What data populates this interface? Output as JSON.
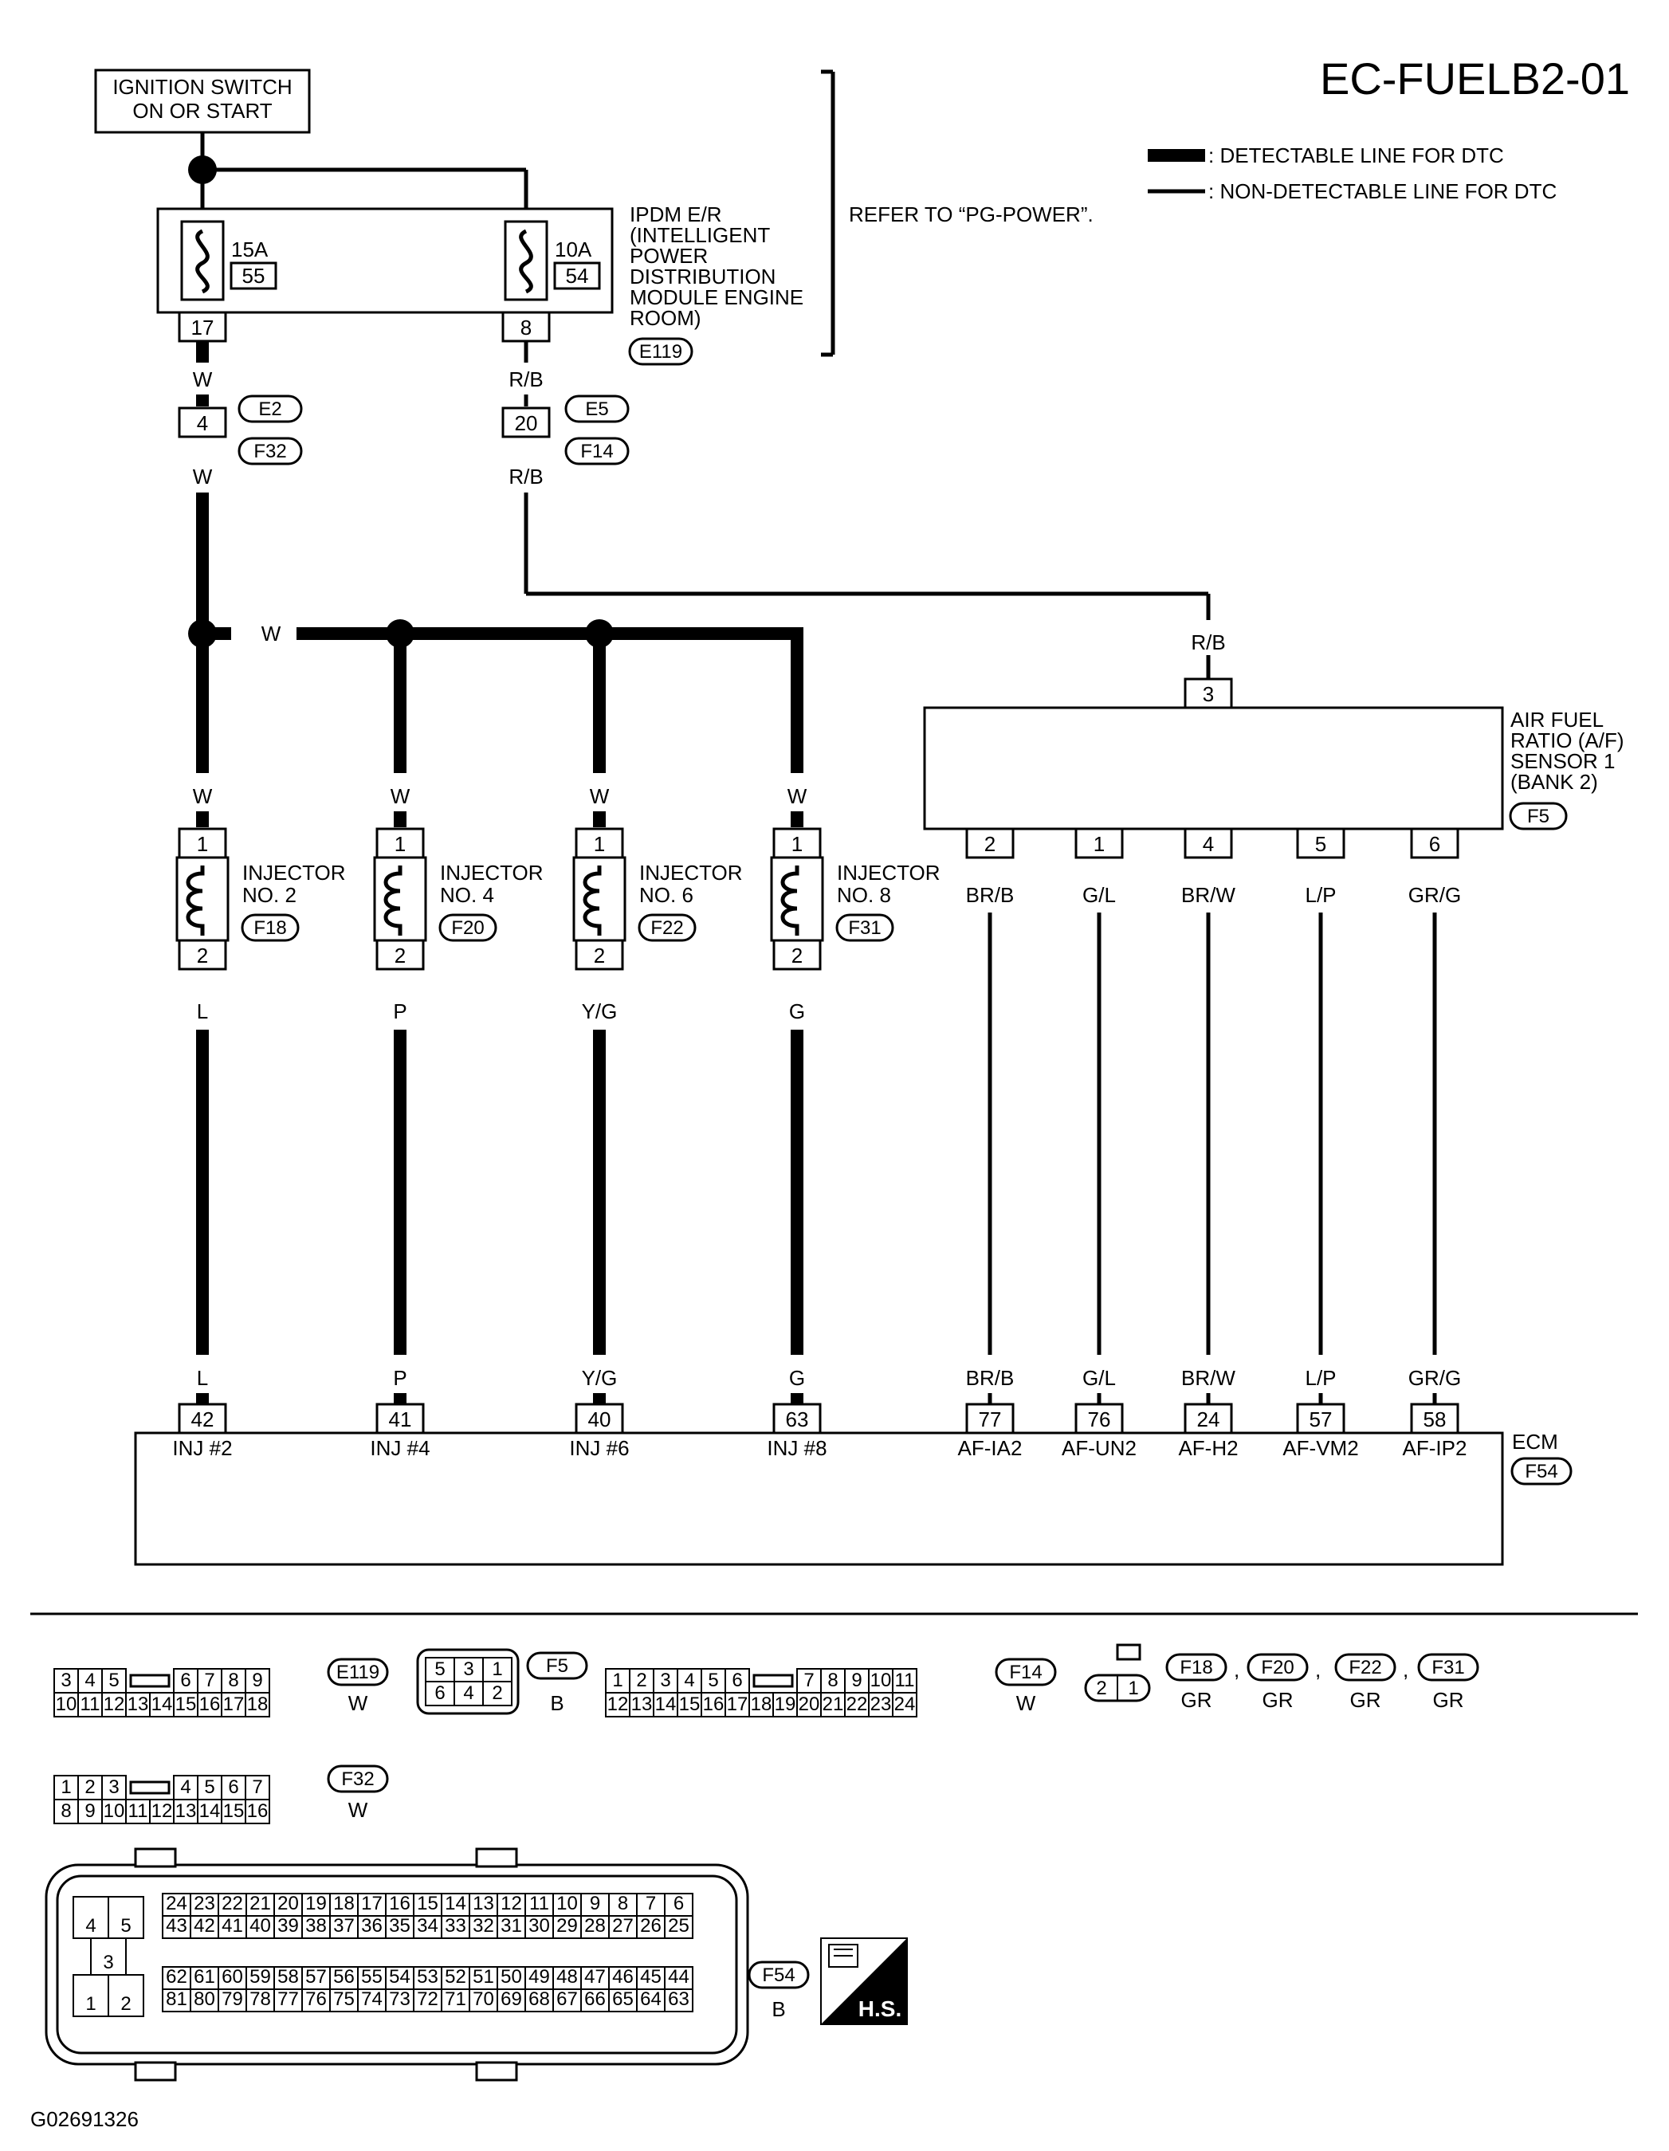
{
  "title": "EC-FUELB2-01",
  "legend": {
    "detectable": ": DETECTABLE LINE FOR DTC",
    "non_detectable": ": NON-DETECTABLE LINE FOR DTC"
  },
  "ignition": {
    "line1": "IGNITION SWITCH",
    "line2": "ON OR START"
  },
  "refer": "REFER TO “PG-POWER”.",
  "ipdm": {
    "lines": [
      "IPDM E/R",
      "(INTELLIGENT",
      "POWER",
      "DISTRIBUTION",
      "MODULE ENGINE",
      "ROOM)"
    ],
    "connector": "E119",
    "fuse1": {
      "amp": "15A",
      "num": "55",
      "pin": "17"
    },
    "fuse2": {
      "amp": "10A",
      "num": "54",
      "pin": "8"
    }
  },
  "wires": {
    "w": "W",
    "rb": "R/B"
  },
  "joint1": {
    "pin": "4",
    "conn_top": "E2",
    "conn_bottom": "F32"
  },
  "joint2": {
    "pin": "20",
    "conn_top": "E5",
    "conn_bottom": "F14"
  },
  "injectors": [
    {
      "label1": "INJECTOR",
      "label2": "NO. 2",
      "conn": "F18",
      "pin_top": "1",
      "pin_bottom": "2",
      "wire_top": "W",
      "wire_bottom": "L",
      "ecm_wire": "L",
      "ecm_pin": "42",
      "ecm_label": "INJ #2"
    },
    {
      "label1": "INJECTOR",
      "label2": "NO. 4",
      "conn": "F20",
      "pin_top": "1",
      "pin_bottom": "2",
      "wire_top": "W",
      "wire_bottom": "P",
      "ecm_wire": "P",
      "ecm_pin": "41",
      "ecm_label": "INJ #4"
    },
    {
      "label1": "INJECTOR",
      "label2": "NO. 6",
      "conn": "F22",
      "pin_top": "1",
      "pin_bottom": "2",
      "wire_top": "W",
      "wire_bottom": "Y/G",
      "ecm_wire": "Y/G",
      "ecm_pin": "40",
      "ecm_label": "INJ #6"
    },
    {
      "label1": "INJECTOR",
      "label2": "NO. 8",
      "conn": "F31",
      "pin_top": "1",
      "pin_bottom": "2",
      "wire_top": "W",
      "wire_bottom": "G",
      "ecm_wire": "G",
      "ecm_pin": "63",
      "ecm_label": "INJ #8"
    }
  ],
  "af_sensor": {
    "lines": [
      "AIR FUEL",
      "RATIO (A/F)",
      "SENSOR 1",
      "(BANK 2)"
    ],
    "conn": "F5",
    "top_pin": "3",
    "top_wire": "R/B",
    "pins": [
      {
        "pin": "2",
        "wire": "BR/B",
        "ecm_pin": "77",
        "ecm_label": "AF-IA2"
      },
      {
        "pin": "1",
        "wire": "G/L",
        "ecm_pin": "76",
        "ecm_label": "AF-UN2"
      },
      {
        "pin": "4",
        "wire": "BR/W",
        "ecm_pin": "24",
        "ecm_label": "AF-H2"
      },
      {
        "pin": "5",
        "wire": "L/P",
        "ecm_pin": "57",
        "ecm_label": "AF-VM2"
      },
      {
        "pin": "6",
        "wire": "GR/G",
        "ecm_pin": "58",
        "ecm_label": "AF-IP2"
      }
    ]
  },
  "ecm": {
    "label": "ECM",
    "conn": "F54"
  },
  "connectors": {
    "e119": {
      "name": "E119",
      "color": "W",
      "row1": [
        "3",
        "4",
        "5",
        "",
        "6",
        "7",
        "8",
        "9"
      ],
      "row2": [
        "10",
        "11",
        "12",
        "13",
        "14",
        "15",
        "16",
        "17",
        "18"
      ]
    },
    "f5": {
      "name": "F5",
      "color": "B",
      "row1": [
        "5",
        "3",
        "1"
      ],
      "row2": [
        "6",
        "4",
        "2"
      ]
    },
    "f14": {
      "name": "F14",
      "color": "W",
      "row1": [
        "1",
        "2",
        "3",
        "4",
        "5",
        "6",
        "",
        "7",
        "8",
        "9",
        "10",
        "11"
      ],
      "row2": [
        "12",
        "13",
        "14",
        "15",
        "16",
        "17",
        "18",
        "19",
        "20",
        "21",
        "22",
        "23",
        "24"
      ]
    },
    "inj": {
      "names": [
        "F18",
        "F20",
        "F22",
        "F31"
      ],
      "colors": [
        "GR",
        "GR",
        "GR",
        "GR"
      ],
      "pins": [
        "2",
        "1"
      ],
      "sep": ","
    },
    "f32": {
      "name": "F32",
      "color": "W",
      "row1": [
        "1",
        "2",
        "3",
        "",
        "4",
        "5",
        "6",
        "7"
      ],
      "row2": [
        "8",
        "9",
        "10",
        "11",
        "12",
        "13",
        "14",
        "15",
        "16"
      ]
    },
    "f54": {
      "name": "F54",
      "color": "B",
      "left": [
        "4",
        "5",
        "3",
        "1",
        "2"
      ],
      "r1": [
        "24",
        "23",
        "22",
        "21",
        "20",
        "19",
        "18",
        "17",
        "16",
        "15",
        "14",
        "13",
        "12",
        "11",
        "10",
        "9",
        "8",
        "7",
        "6"
      ],
      "r2": [
        "43",
        "42",
        "41",
        "40",
        "39",
        "38",
        "37",
        "36",
        "35",
        "34",
        "33",
        "32",
        "31",
        "30",
        "29",
        "28",
        "27",
        "26",
        "25"
      ],
      "r3": [
        "62",
        "61",
        "60",
        "59",
        "58",
        "57",
        "56",
        "55",
        "54",
        "53",
        "52",
        "51",
        "50",
        "49",
        "48",
        "47",
        "46",
        "45",
        "44"
      ],
      "r4": [
        "81",
        "80",
        "79",
        "78",
        "77",
        "76",
        "75",
        "74",
        "73",
        "72",
        "71",
        "70",
        "69",
        "68",
        "67",
        "66",
        "65",
        "64",
        "63"
      ]
    }
  },
  "hs_badge": "H.S.",
  "figure_id": "G02691326"
}
